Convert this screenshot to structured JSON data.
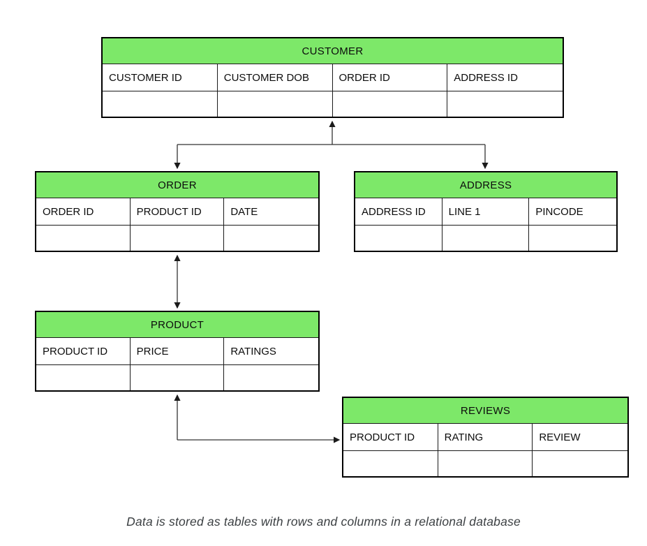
{
  "diagram": {
    "tables": {
      "customer": {
        "title": "CUSTOMER",
        "columns": [
          "CUSTOMER ID",
          "CUSTOMER DOB",
          "ORDER ID",
          "ADDRESS ID"
        ]
      },
      "order": {
        "title": "ORDER",
        "columns": [
          "ORDER ID",
          "PRODUCT ID",
          "DATE"
        ]
      },
      "address": {
        "title": "ADDRESS",
        "columns": [
          "ADDRESS ID",
          "LINE 1",
          "PINCODE"
        ]
      },
      "product": {
        "title": "PRODUCT",
        "columns": [
          "PRODUCT ID",
          "PRICE",
          "RATINGS"
        ]
      },
      "reviews": {
        "title": "REVIEWS",
        "columns": [
          "PRODUCT ID",
          "RATING",
          "REVIEW"
        ]
      }
    },
    "relationships": [
      {
        "from": "CUSTOMER",
        "to": "ORDER"
      },
      {
        "from": "CUSTOMER",
        "to": "ADDRESS"
      },
      {
        "from": "ORDER",
        "to": "PRODUCT"
      },
      {
        "from": "PRODUCT",
        "to": "REVIEWS"
      }
    ],
    "colors": {
      "table_header_fill": "#7de869",
      "table_border": "#000000",
      "connector_line": "#333333",
      "caption_text": "#3c4043"
    }
  },
  "caption": {
    "text": "Data is stored as tables with rows and columns in a relational database"
  }
}
